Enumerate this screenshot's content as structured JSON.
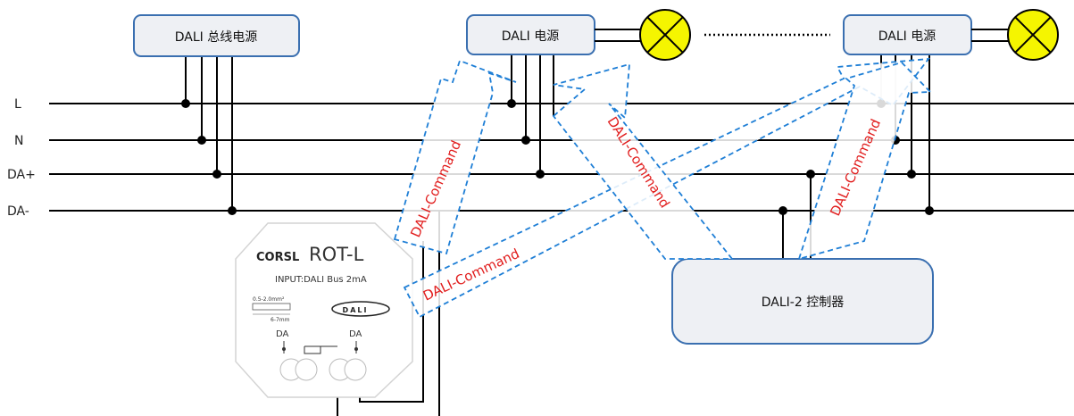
{
  "bus_lines": [
    "L",
    "N",
    "DA+",
    "DA-"
  ],
  "power_bus": {
    "label": "DALI 总线电源"
  },
  "dali_psu": [
    {
      "label": "DALI 电源"
    },
    {
      "label": "DALI 电源"
    }
  ],
  "controller": {
    "label": "DALI-2 控制器"
  },
  "command_label": "DALI-Command",
  "module": {
    "brand": "CORSL",
    "model": "ROT-L",
    "input": "INPUT:DALI Bus 2mA",
    "wire_gauge": "0.5-2.0mm²",
    "strip_length": "6-7mm",
    "logo_text": "DALI",
    "terminal_left": "DA",
    "terminal_right": "DA"
  },
  "colors": {
    "box_stroke": "#3a6fb0",
    "box_fill": "#eef0f4",
    "lamp_fill": "#f5f500",
    "arrow_stroke": "#1f7fd6",
    "command_text": "#e11d1d"
  }
}
